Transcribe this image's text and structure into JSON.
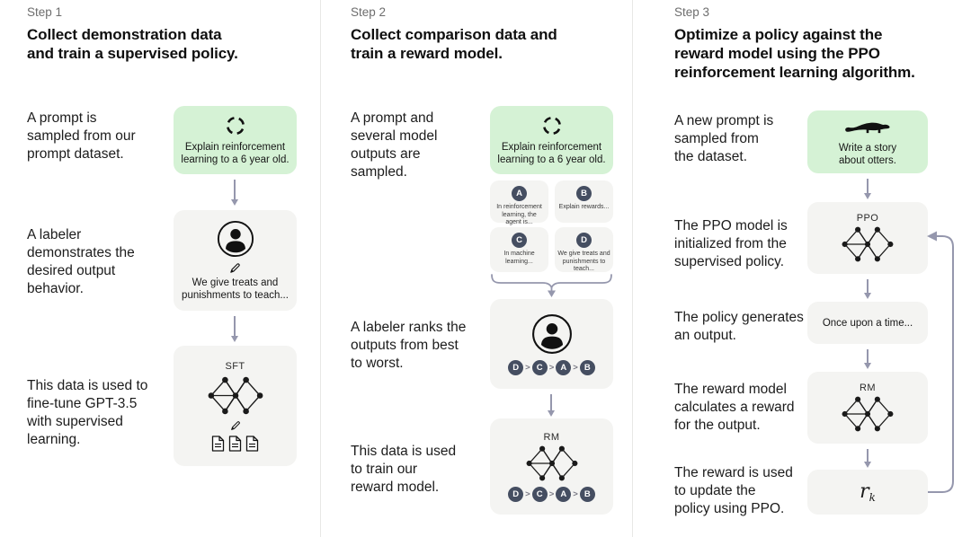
{
  "rank_separator": ">",
  "colors": {
    "green_box": "#d5f2d5",
    "gray_box": "#f4f4f2",
    "badge": "#454e61",
    "arrow": "#9597ad"
  },
  "icons": {
    "sampling": "sampling-icon",
    "person": "labeler-person-icon",
    "pencil": "pencil-icon",
    "network": "neural-network-icon",
    "documents": "documents-icon",
    "otter": "otter-icon"
  },
  "step1": {
    "label": "Step 1",
    "title": "Collect demonstration data\nand train a supervised policy.",
    "caption_prompt": "A prompt is\nsampled from our\nprompt dataset.",
    "caption_labeler": "A labeler\ndemonstrates the\ndesired output\nbehavior.",
    "caption_sft": "This data is used to\nfine-tune GPT-3.5\nwith supervised\nlearning.",
    "prompt_text": "Explain reinforcement\nlearning to a 6 year old.",
    "labeler_text": "We give treats and\npunishments to teach...",
    "sft_label": "SFT"
  },
  "step2": {
    "label": "Step 2",
    "title": "Collect comparison data and\ntrain a reward model.",
    "caption_prompt": "A prompt and\nseveral model\noutputs are\nsampled.",
    "caption_rank": "A labeler ranks the\noutputs from best\nto worst.",
    "caption_rm": "This data is used\nto train our\nreward model.",
    "prompt_text": "Explain reinforcement\nlearning to a 6 year old.",
    "outputs": [
      {
        "letter": "A",
        "text": "In reinforcement\nlearning, the\nagent is..."
      },
      {
        "letter": "B",
        "text": "Explain rewards..."
      },
      {
        "letter": "C",
        "text": "In machine\nlearning..."
      },
      {
        "letter": "D",
        "text": "We give treats and\npunishments to\nteach..."
      }
    ],
    "ranking": [
      "D",
      "C",
      "A",
      "B"
    ],
    "rm_label": "RM"
  },
  "step3": {
    "label": "Step 3",
    "title": "Optimize a policy against the\nreward model using the PPO\nreinforcement learning algorithm.",
    "caption_prompt": "A new prompt is\nsampled from\nthe dataset.",
    "caption_ppo": "The PPO model is\ninitialized from the\nsupervised policy.",
    "caption_output": "The policy generates\nan output.",
    "caption_rm": "The reward model\ncalculates a reward\nfor the output.",
    "caption_reward": "The reward is used\nto update the\npolicy using PPO.",
    "prompt_text": "Write a story\nabout otters.",
    "ppo_label": "PPO",
    "output_text": "Once upon a time...",
    "rm_label": "RM",
    "reward_base": "r",
    "reward_sub": "k"
  }
}
